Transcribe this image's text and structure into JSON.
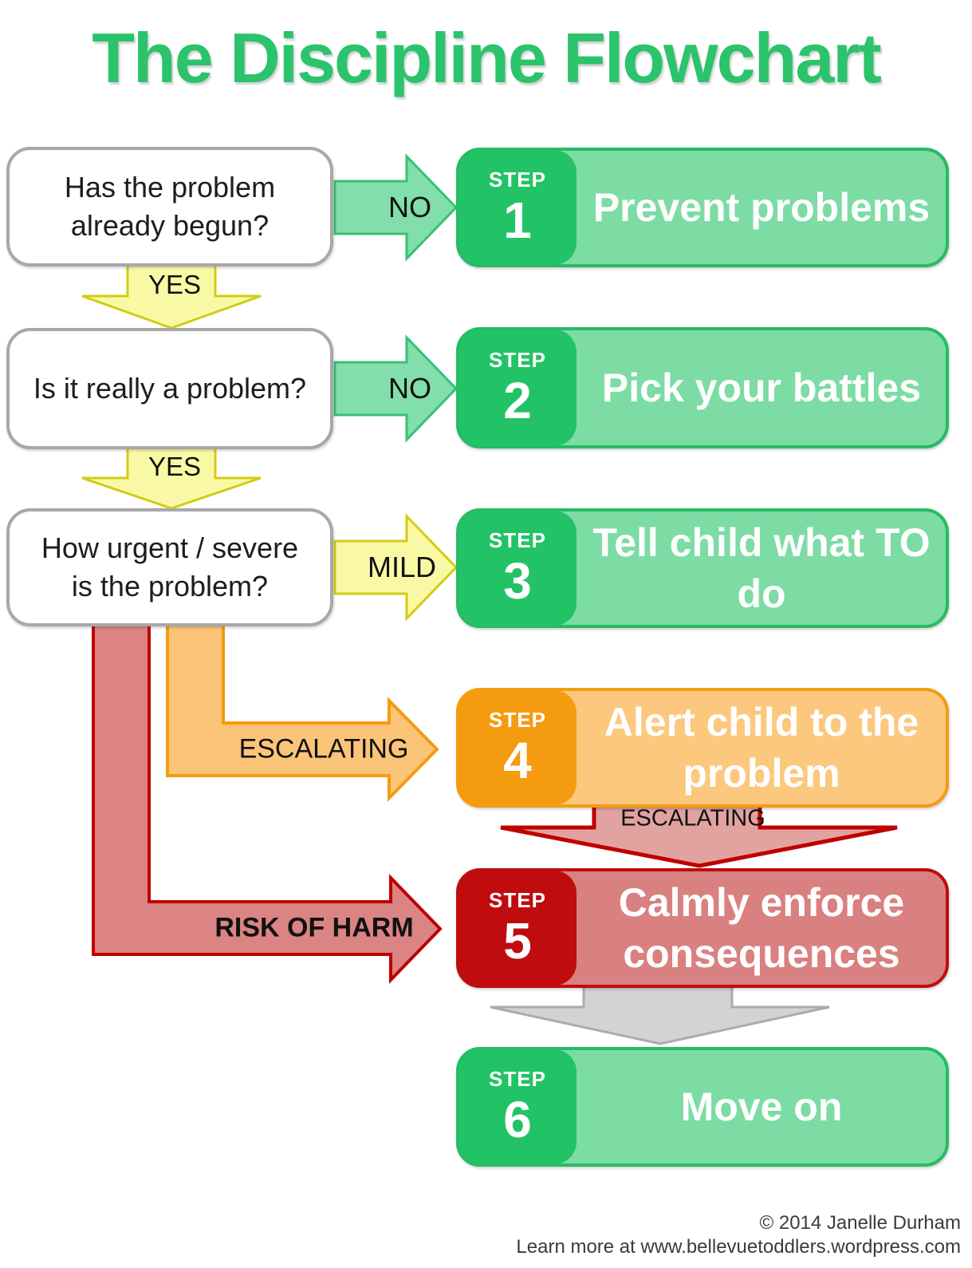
{
  "title": "The Discipline Flowchart",
  "questions": [
    {
      "text": "Has the problem already begun?",
      "answer_no": "NO",
      "answer_yes": "YES"
    },
    {
      "text": "Is it really a problem?",
      "answer_no": "NO",
      "answer_yes": "YES"
    },
    {
      "text": "How urgent / severe is the problem?",
      "answer_mild": "MILD",
      "answer_escalating": "ESCALATING",
      "answer_risk": "RISK OF HARM"
    }
  ],
  "steps": [
    {
      "prefix": "STEP",
      "number": "1",
      "title": "Prevent problems",
      "color": "#22C366"
    },
    {
      "prefix": "STEP",
      "number": "2",
      "title": "Pick your battles",
      "color": "#22C366"
    },
    {
      "prefix": "STEP",
      "number": "3",
      "title": "Tell child what TO do",
      "color": "#22C366"
    },
    {
      "prefix": "STEP",
      "number": "4",
      "title": "Alert child to the problem",
      "color": "#F59B0F"
    },
    {
      "prefix": "STEP",
      "number": "5",
      "title": "Calmly enforce consequences",
      "color": "#C00C0E"
    },
    {
      "prefix": "STEP",
      "number": "6",
      "title": "Move on",
      "color": "#22C366"
    }
  ],
  "connectors": {
    "step4_to_step5": "ESCALATING"
  },
  "footer": {
    "copyright": "© 2014 Janelle Durham",
    "learn_more": "Learn more at www.bellevuetoddlers.wordpress.com"
  },
  "colors": {
    "title_green": "#2BC36B",
    "step_green": "#22C366",
    "step_green_light": "#7CDCA4",
    "step_orange": "#F59B0F",
    "step_orange_light": "#FBC87E",
    "step_red": "#C00C0E",
    "step_red_light": "#D98080",
    "no_arrow_fill": "#82DEAA",
    "no_arrow_border": "#35C273",
    "yes_arrow_fill": "#F9F9A5",
    "yes_arrow_border": "#D2CC12",
    "escalating_arrow_fill": "#FBC478",
    "risk_arrow_fill": "#DC8383",
    "risk_arrow_border": "#C00000",
    "escalating_down_fill": "#E2A3A0",
    "gray_arrow_fill": "#D3D3D3",
    "question_border": "#A8A8A8"
  }
}
